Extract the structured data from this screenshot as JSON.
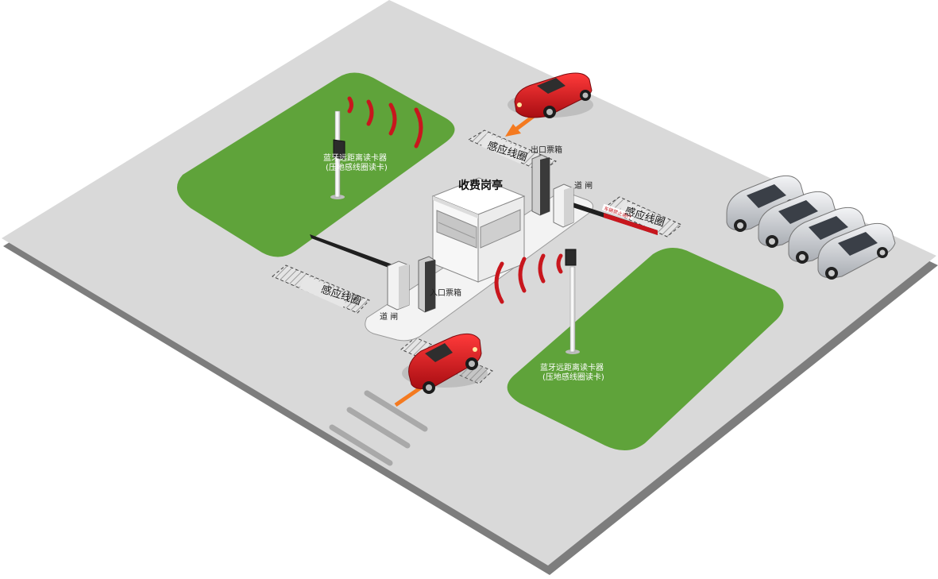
{
  "diagram": {
    "booth_label": "收费岗亭",
    "loop_labels": [
      "感应线圈",
      "感应线圈",
      "感应线圈"
    ],
    "exit_ticket_box_label": "出口票箱",
    "entry_ticket_box_label": "入口票箱",
    "barrier_gate_labels": [
      "道 闸",
      "道 闸"
    ],
    "reader_top": {
      "line1": "蓝牙远距离读卡器",
      "line2": "(压地感线圈读卡)"
    },
    "reader_bottom": {
      "line1": "蓝牙远距离读卡器",
      "line2": "(压地感线圈读卡)"
    },
    "barrier_sign_text": "车辆禁止通行",
    "colors": {
      "ground": "#d9d9d9",
      "ground_edge": "#8f8f8f",
      "grass": "#5fa33a",
      "signal": "#c8161d",
      "car_red": "#d3141b",
      "car_silver": "#c9ccd1",
      "arrow": "#f47a20"
    }
  }
}
